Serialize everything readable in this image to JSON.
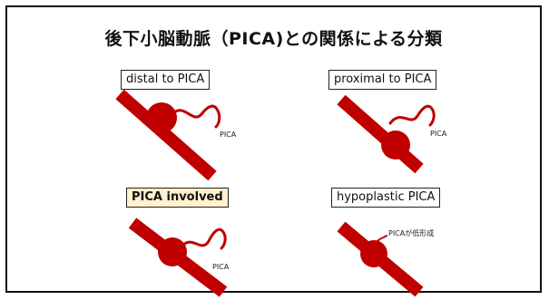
{
  "title": "後下小脳動脈（PICA)との関係による分類",
  "colors": {
    "vessel": "#c00000",
    "highlight_bg": "#fff2cc"
  },
  "panels": [
    {
      "label": "distal to PICA",
      "highlighted": false,
      "branch_label": "PICA"
    },
    {
      "label": "proximal to PICA",
      "highlighted": false,
      "branch_label": "PICA"
    },
    {
      "label": "PICA involved",
      "highlighted": true,
      "branch_label": "PICA"
    },
    {
      "label": "hypoplastic PICA",
      "highlighted": false,
      "branch_label": "PICAが低形成"
    }
  ]
}
